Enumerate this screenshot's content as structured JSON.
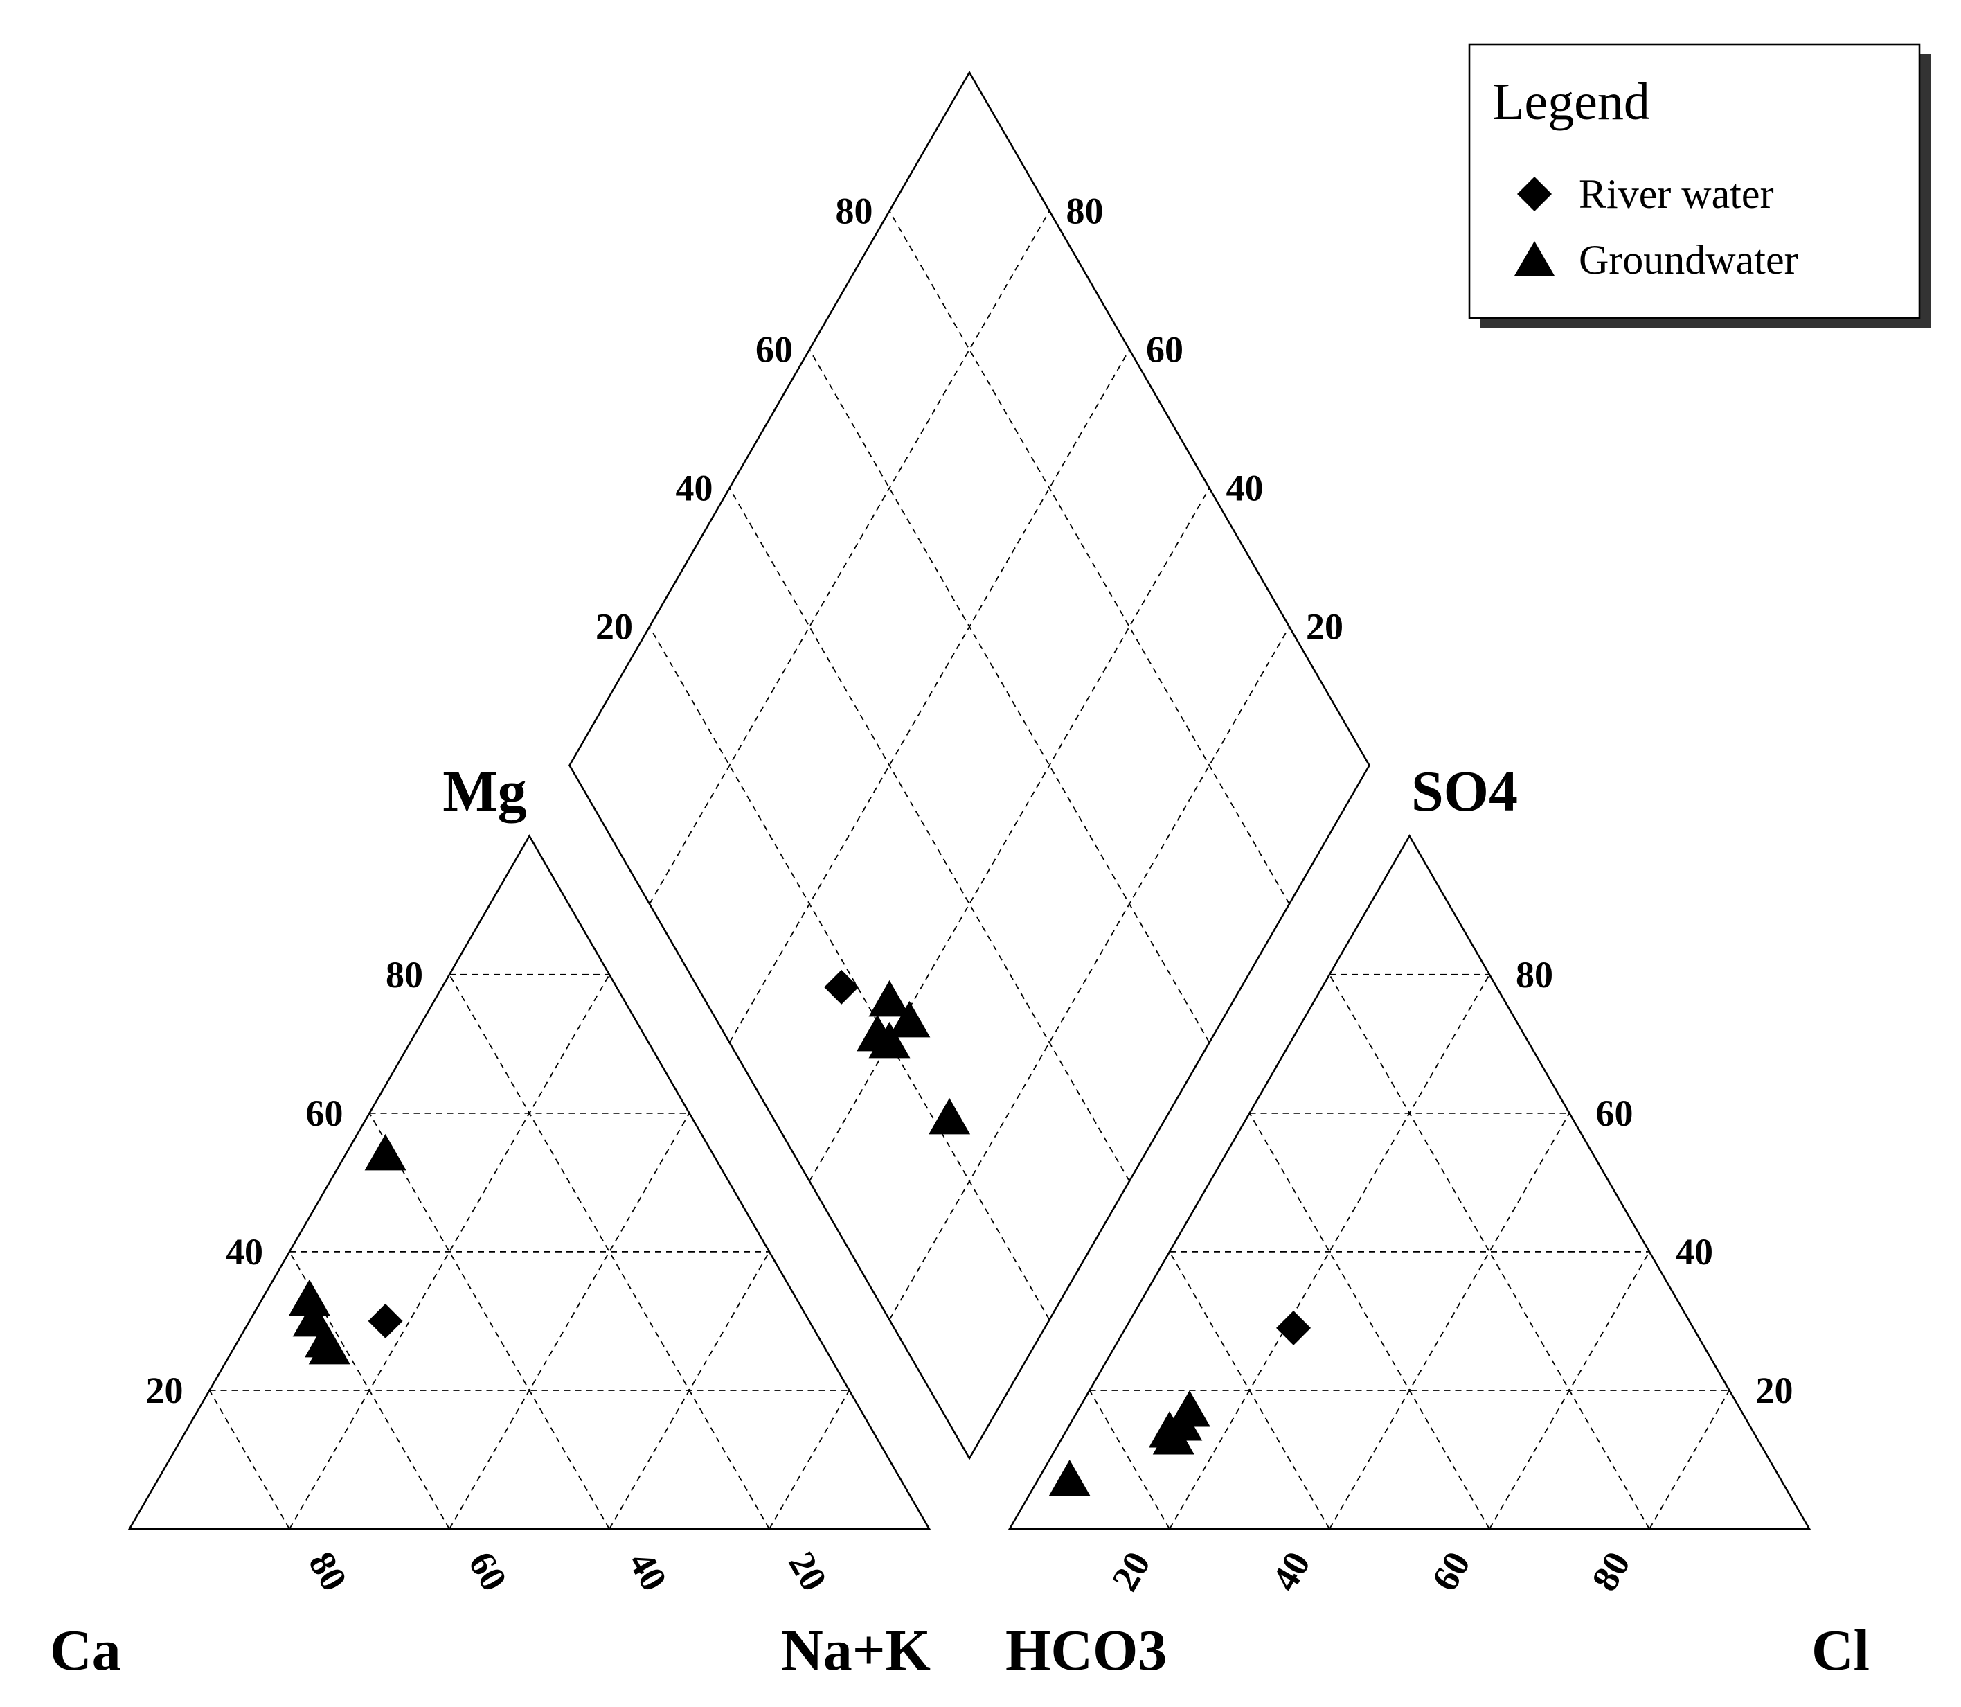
{
  "chart_data": {
    "type": "scatter",
    "subtype": "piper-diagram",
    "ticks": [
      "20",
      "40",
      "60",
      "80"
    ],
    "axes": {
      "cation_triangle": {
        "top": "Mg",
        "left": "Ca",
        "right": "Na+K"
      },
      "anion_triangle": {
        "top": "SO4",
        "left": "HCO3",
        "right": "Cl"
      }
    },
    "legend": {
      "title": "Legend",
      "placement": "top-right",
      "items": [
        {
          "label": "River water",
          "marker": "diamond"
        },
        {
          "label": "Groundwater",
          "marker": "triangle"
        }
      ]
    },
    "series": [
      {
        "name": "River water",
        "marker": "diamond",
        "cation_points": [
          {
            "Mg": 30,
            "NaK": 17
          }
        ],
        "anion_points": [
          {
            "SO4": 29,
            "Cl": 21
          }
        ],
        "diamond_points": [
          {
            "SO4_Cl": 50,
            "Ca_Mg": 18
          }
        ]
      },
      {
        "name": "Groundwater",
        "marker": "triangle",
        "cation_points": [
          {
            "Mg": 54,
            "NaK": 5
          },
          {
            "Mg": 33,
            "NaK": 6
          },
          {
            "Mg": 30,
            "NaK": 8
          },
          {
            "Mg": 27,
            "NaK": 11
          },
          {
            "Mg": 26,
            "NaK": 12
          }
        ],
        "anion_points": [
          {
            "SO4": 7,
            "Cl": 4
          },
          {
            "SO4": 13,
            "Cl": 14
          },
          {
            "SO4": 14,
            "Cl": 13
          },
          {
            "SO4": 15,
            "Cl": 14
          },
          {
            "SO4": 17,
            "Cl": 14
          }
        ],
        "diamond_points": [
          {
            "SO4_Cl": 27,
            "Ca_Mg": 22
          },
          {
            "SO4_Cl": 39,
            "Ca_Mg": 24
          },
          {
            "SO4_Cl": 40,
            "Ca_Mg": 20
          },
          {
            "SO4_Cl": 43,
            "Ca_Mg": 23
          },
          {
            "SO4_Cl": 42,
            "Ca_Mg": 19
          }
        ]
      }
    ]
  }
}
